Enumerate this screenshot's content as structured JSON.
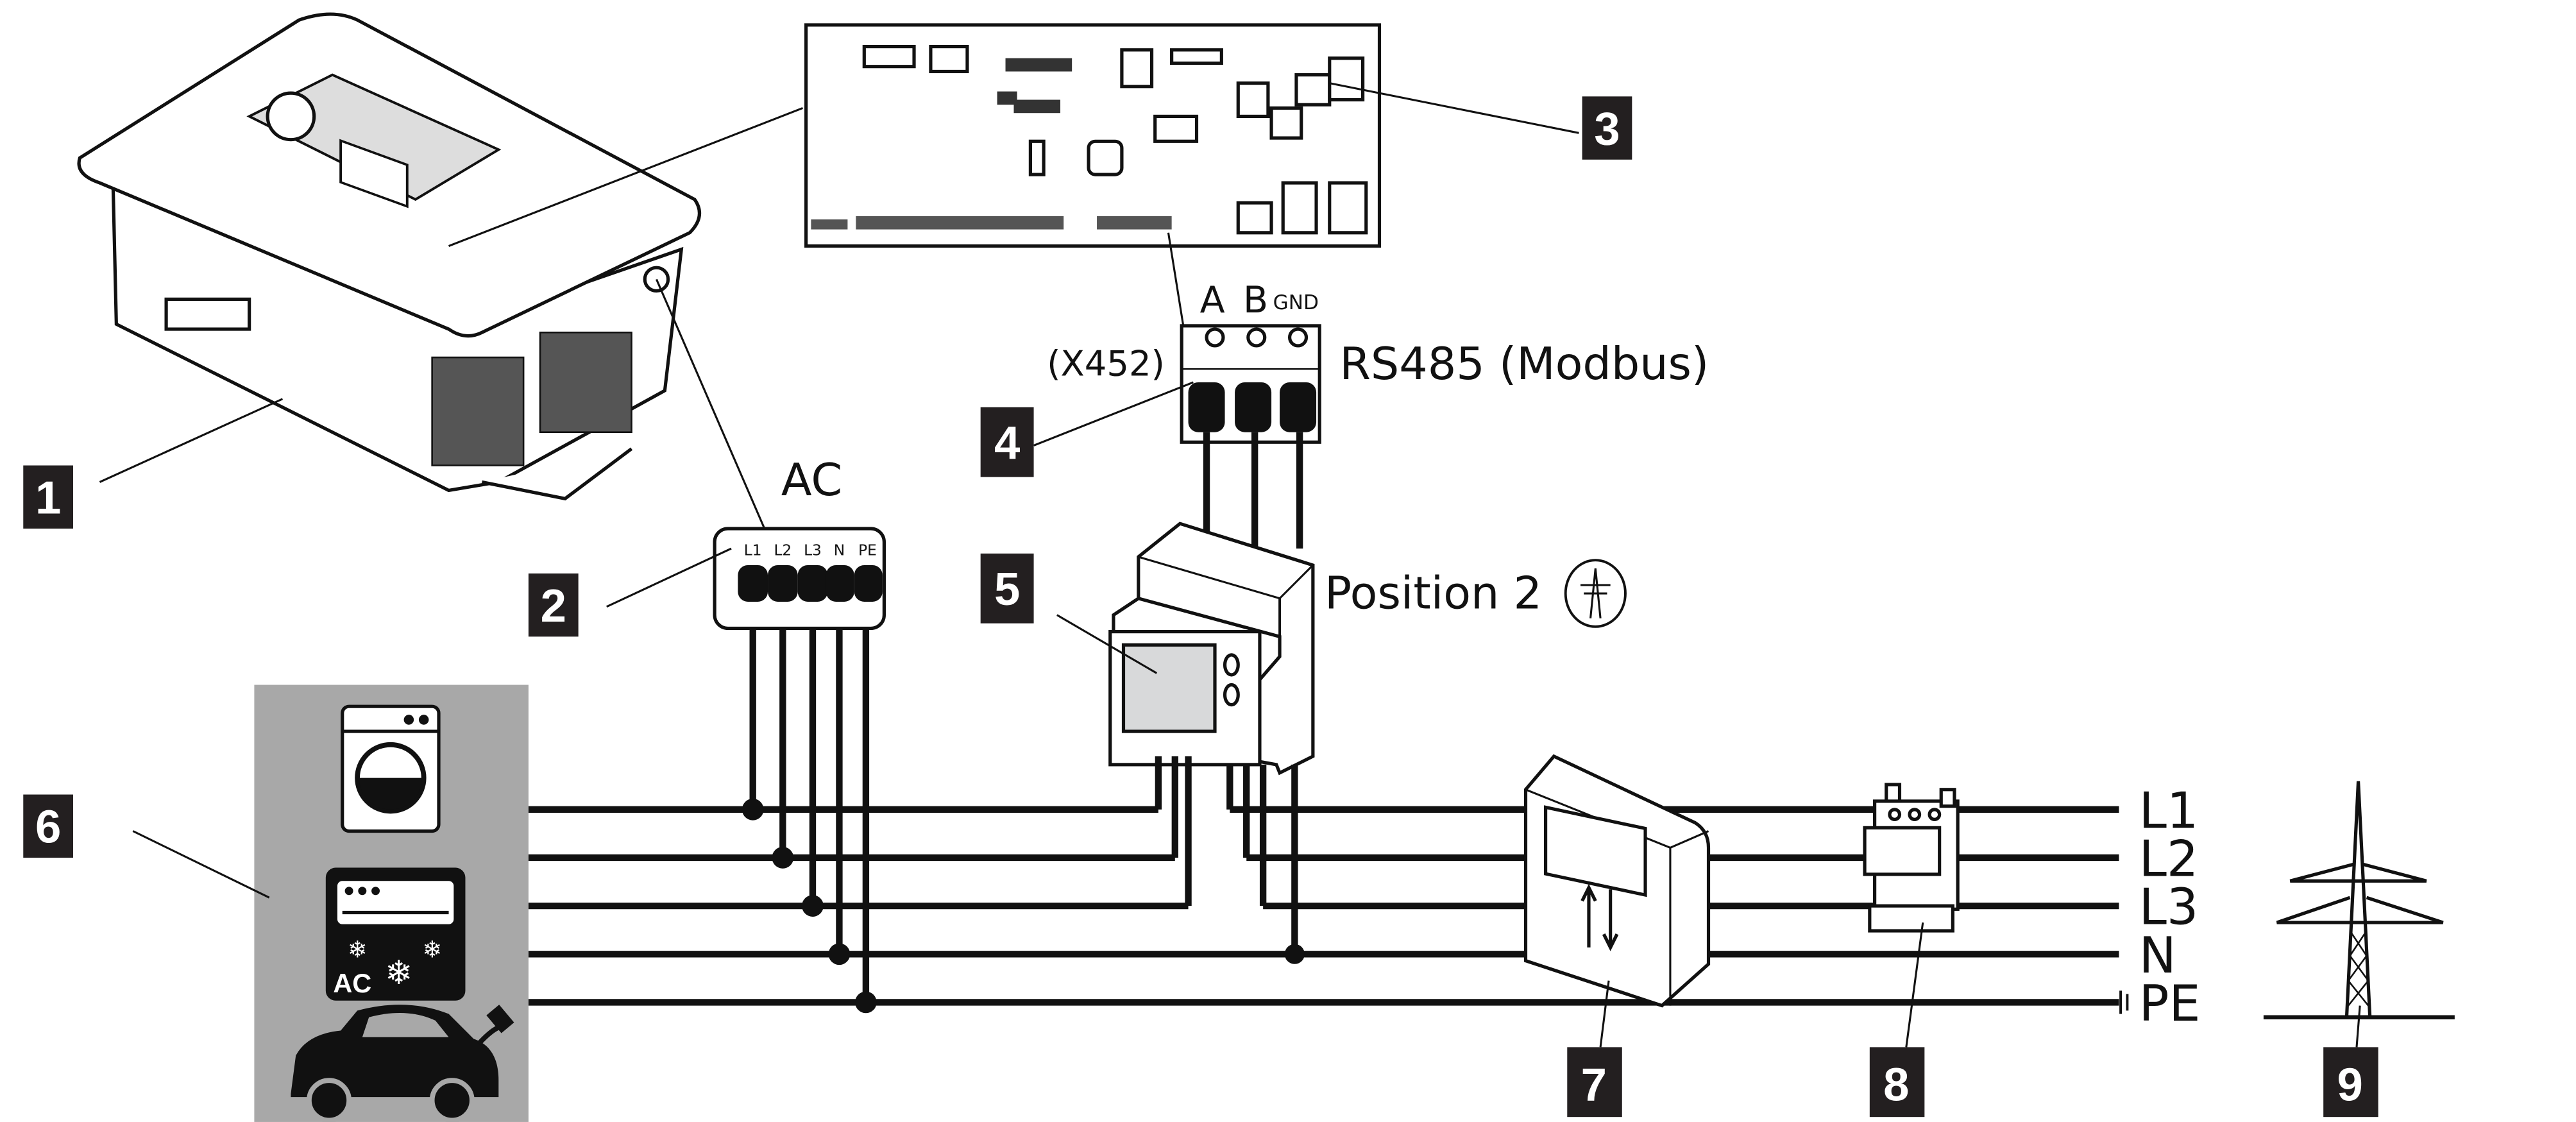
{
  "callouts": [
    "1",
    "2",
    "3",
    "4",
    "5",
    "6",
    "7",
    "8",
    "9"
  ],
  "ac_terminal": {
    "title": "AC",
    "terminals": [
      "L1",
      "L2",
      "L3",
      "N",
      "PE"
    ]
  },
  "connector": {
    "pins": [
      "A",
      "B",
      "GND"
    ],
    "id": "(X452)",
    "protocol": "RS485 (Modbus)"
  },
  "energy_meter": {
    "position": "Position 2"
  },
  "consumers": {
    "ac_unit_label": "AC"
  },
  "grid_lines": [
    "L1",
    "L2",
    "L3",
    "N",
    "PE"
  ],
  "colors": {
    "callout_bg": "#231f20",
    "consumer_panel": "#a8a8a8",
    "wire": "#111111"
  }
}
